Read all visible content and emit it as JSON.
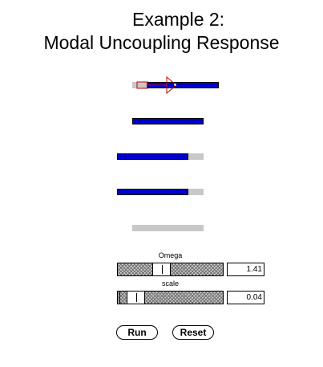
{
  "title": {
    "line1": "Example 2:",
    "line2": "Modal Uncoupling Response"
  },
  "sliders": {
    "omega": {
      "label": "Omega",
      "value": "1.41",
      "thumb_fraction": 0.4
    },
    "scale": {
      "label": "scale",
      "value": "0.04",
      "thumb_fraction": 0.1
    }
  },
  "buttons": {
    "run": "Run",
    "reset": "Reset"
  },
  "colors": {
    "bar_fill": "#0000cc",
    "track": "#c8c8c8",
    "arrow": "#cc0000"
  }
}
